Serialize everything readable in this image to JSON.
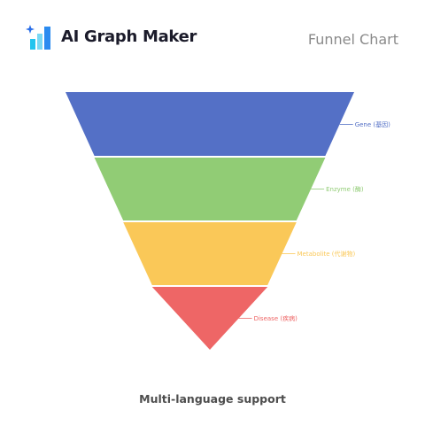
{
  "header": {
    "brand": "AI Graph Maker",
    "chart_kind": "Funnel Chart",
    "logo_icon": "bar-chart-sparkle-icon"
  },
  "footer": {
    "caption": "Multi-language support"
  },
  "chart_data": {
    "type": "funnel",
    "title": "",
    "categories": [
      "Gene (基因)",
      "Enzyme (酶)",
      "Metabolite (代谢物)",
      "Disease (疾病)"
    ],
    "values": [
      100,
      80,
      60,
      40
    ],
    "colors": [
      "#5470c6",
      "#91cc75",
      "#fac858",
      "#ee6666"
    ],
    "sort": "descending",
    "legend": "none",
    "labels_position": "right"
  }
}
